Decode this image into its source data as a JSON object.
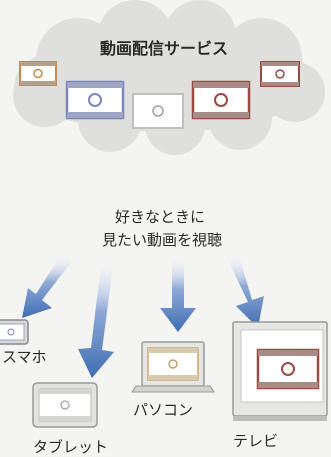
{
  "cloud": {
    "title": "動画配信サービス"
  },
  "caption": {
    "line1": "好きなときに",
    "line2": "見たい動画を視聴"
  },
  "devices": {
    "smartphone": "スマホ",
    "tablet": "タブレット",
    "pc": "パソコン",
    "tv": "テレビ"
  },
  "colors": {
    "cloud": "#dfe0dd",
    "arrow": "#3f6db2",
    "device_frame": "#c2c2c0",
    "video_frame": "#9a4a40",
    "video_accent": "#7c86b8"
  }
}
